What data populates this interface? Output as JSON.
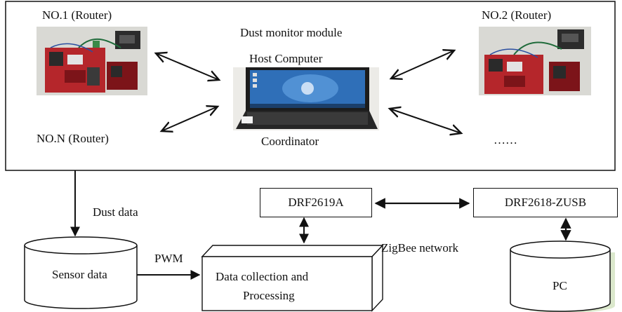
{
  "top_panel": {
    "router1_label": "NO.1 (Router)",
    "router2_label": "NO.2 (Router)",
    "routerN_label": "NO.N (Router)",
    "module_label": "Dust monitor module",
    "host_label": "Host Computer",
    "coordinator_label": "Coordinator",
    "more_label": "……"
  },
  "flow": {
    "dust_data_label": "Dust data",
    "pwm_label": "PWM",
    "zigbee_label": "ZigBee network"
  },
  "nodes": {
    "sensor_data": "Sensor data",
    "processing_line1": "Data collection and",
    "processing_line2": "Processing",
    "drf2619a": "DRF2619A",
    "drf2618": "DRF2618-ZUSB",
    "pc": "PC"
  },
  "colors": {
    "board_red": "#b5262b",
    "board_bg": "#d9d9d4",
    "screen_blue": "#2f6fb8",
    "pc_shadow": "#d7e6c7"
  }
}
